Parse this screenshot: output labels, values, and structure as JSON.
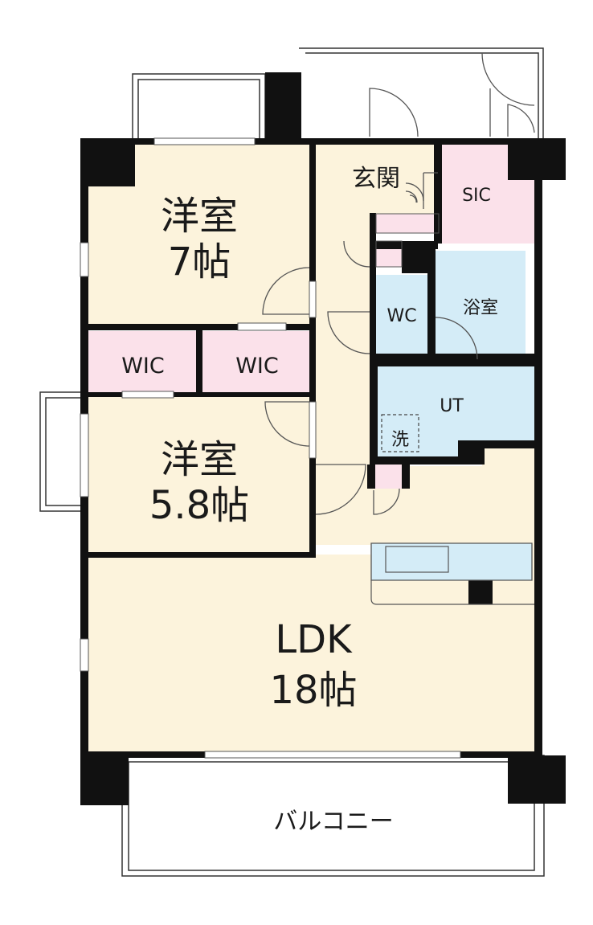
{
  "rooms": {
    "western7": {
      "name": "洋室",
      "size": "7帖"
    },
    "western58": {
      "name": "洋室",
      "size": "5.8帖"
    },
    "ldk": {
      "name": "LDK",
      "size": "18帖"
    },
    "wic1": {
      "label": "WIC"
    },
    "wic2": {
      "label": "WIC"
    },
    "entrance": {
      "label": "玄関"
    },
    "sic": {
      "label": "SIC"
    },
    "wc": {
      "label": "WC"
    },
    "bath": {
      "label": "浴室"
    },
    "ut": {
      "label": "UT"
    },
    "washer": {
      "label": "洗"
    },
    "balcony": {
      "label": "バルコニー"
    }
  },
  "colors": {
    "living_floor": "#fcf3dc",
    "closet_pink": "#fbe1ea",
    "wet_blue": "#d4ecf7",
    "wall": "#111111",
    "line": "#555555"
  }
}
